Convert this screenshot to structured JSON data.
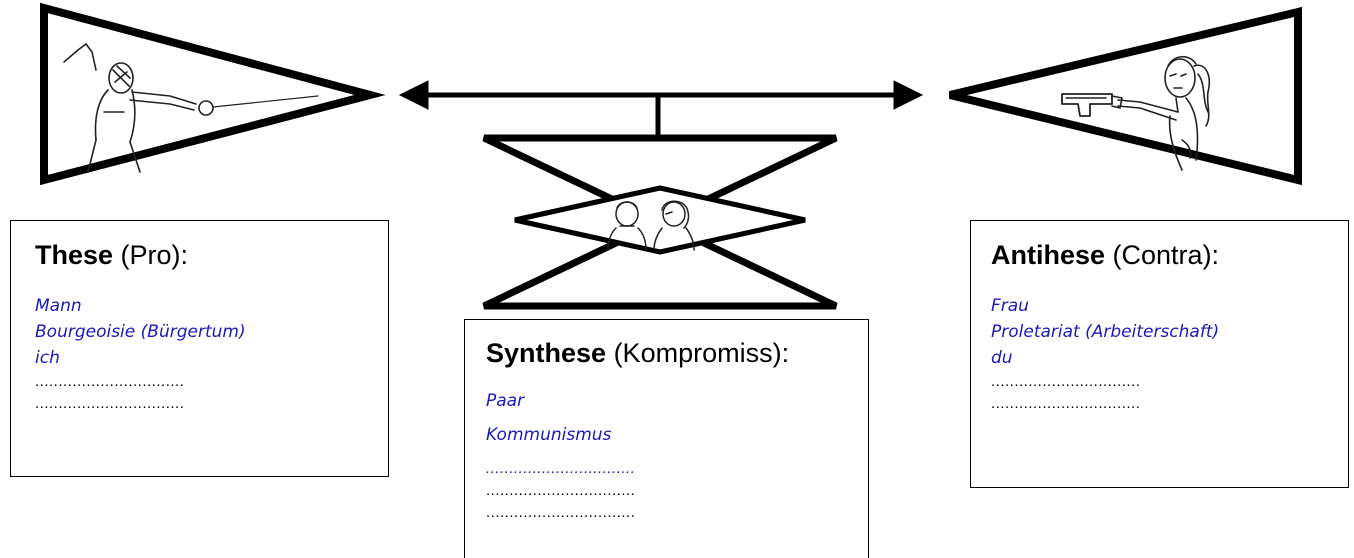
{
  "these": {
    "title_bold": "These",
    "title_rest": " (Pro):",
    "items": [
      "Mann",
      "Bourgeoisie (Bürgertum)",
      "ich"
    ],
    "blank_lines": [
      "................................",
      "................................"
    ]
  },
  "synthese": {
    "title_bold": "Synthese",
    "title_rest": " (Kompromiss):",
    "items": [
      "Paar",
      "Kommunismus"
    ],
    "blank_blue": "................................",
    "blank_lines": [
      "................................",
      "................................"
    ]
  },
  "antithese": {
    "title_bold": "Antihese",
    "title_rest": " (Contra):",
    "items": [
      "Frau",
      "Proletariat (Arbeiterschaft)",
      "du"
    ],
    "blank_lines": [
      "................................",
      "................................"
    ]
  },
  "colors": {
    "handwriting": "#1a1ab8",
    "lines": "#000000"
  },
  "icons": {
    "these_triangle": "fencer-illustration",
    "antithese_triangle": "woman-with-pistol-illustration",
    "synthese_hourglass": "couple-illustration"
  }
}
